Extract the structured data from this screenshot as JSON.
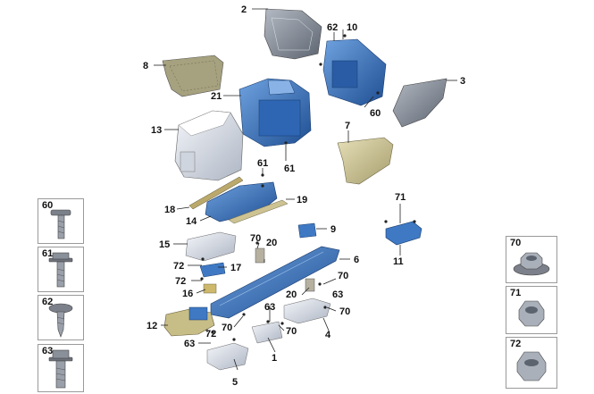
{
  "callouts": {
    "c1": "1",
    "c2": "2",
    "c3": "3",
    "c4": "4",
    "c5": "5",
    "c6": "6",
    "c7": "7",
    "c8": "8",
    "c9": "9",
    "c10": "10",
    "c11": "11",
    "c12": "12",
    "c13": "13",
    "c14": "14",
    "c15": "15",
    "c16": "16",
    "c17": "17",
    "c18": "18",
    "c19": "19",
    "c20a": "20",
    "c20b": "20",
    "c21": "21",
    "c60": "60",
    "c61a": "61",
    "c61b": "61",
    "c62": "62",
    "c63a": "63",
    "c63b": "63",
    "c63c": "63",
    "c70a": "70",
    "c70b": "70",
    "c70c": "70",
    "c70d": "70",
    "c70e": "70",
    "c71": "71",
    "c72a": "72",
    "c72b": "72",
    "c72c": "72"
  },
  "fasteners_left": [
    {
      "label": "60",
      "icon": "screw-icon"
    },
    {
      "label": "61",
      "icon": "flange-bolt-icon"
    },
    {
      "label": "62",
      "icon": "tapping-screw-icon"
    },
    {
      "label": "63",
      "icon": "flange-bolt-icon"
    }
  ],
  "fasteners_right": [
    {
      "label": "70",
      "icon": "flange-nut-icon"
    },
    {
      "label": "71",
      "icon": "hex-nut-icon"
    },
    {
      "label": "72",
      "icon": "hex-nut-icon"
    }
  ],
  "colors": {
    "blue_part": "#3f79c4",
    "blue_dark": "#1f4f93",
    "grey_part": "#8a9099",
    "olive_part": "#cfc79a",
    "light_part": "#e4e8ef"
  }
}
